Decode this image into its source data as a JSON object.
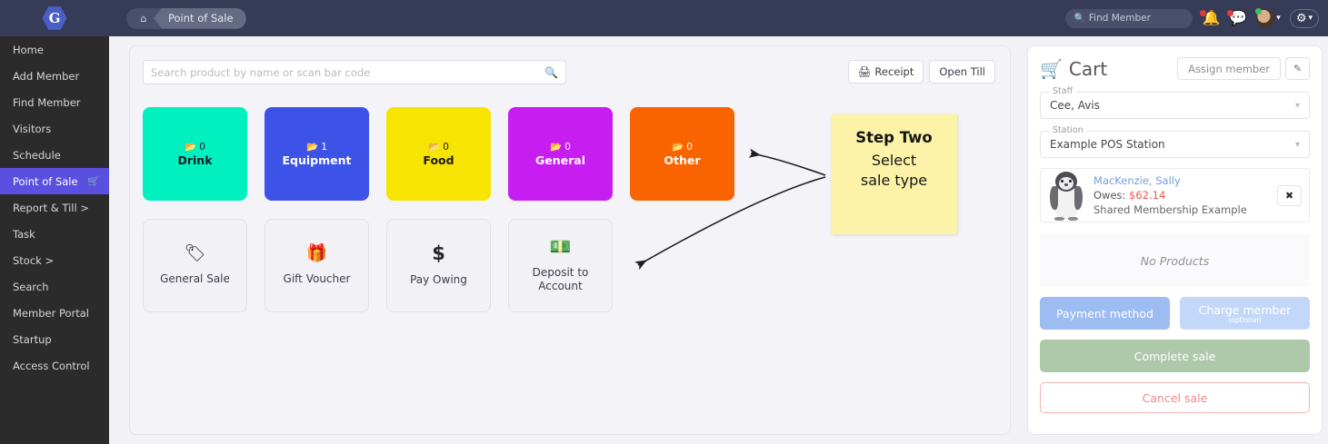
{
  "topbar": {
    "logo_letter": "G",
    "breadcrumb": {
      "home_icon": "home-icon",
      "current": "Point of Sale"
    },
    "find_member_placeholder": "Find Member",
    "icons": [
      "bell-icon",
      "chat-icon",
      "avatar",
      "gear-icon"
    ]
  },
  "sidebar": {
    "items": [
      {
        "label": "Home",
        "active": false
      },
      {
        "label": "Add Member",
        "active": false
      },
      {
        "label": "Find Member",
        "active": false
      },
      {
        "label": "Visitors",
        "active": false
      },
      {
        "label": "Schedule",
        "active": false
      },
      {
        "label": "Point of Sale",
        "active": true,
        "icon": "cart-icon"
      },
      {
        "label": "Report & Till >",
        "active": false
      },
      {
        "label": "Task",
        "active": false
      },
      {
        "label": "Stock >",
        "active": false
      },
      {
        "label": "Search",
        "active": false
      },
      {
        "label": "Member Portal",
        "active": false
      },
      {
        "label": "Startup",
        "active": false
      },
      {
        "label": "Access Control",
        "active": false
      }
    ]
  },
  "main": {
    "search_placeholder": "Search product by name or scan bar code",
    "receipt_label": "Receipt",
    "open_till_label": "Open Till",
    "categories": [
      {
        "label": "Drink",
        "count": "0",
        "color": "#00f0c0",
        "text": "#1c1c24"
      },
      {
        "label": "Equipment",
        "count": "1",
        "color": "#3d53e8",
        "text": "#ffffff"
      },
      {
        "label": "Food",
        "count": "0",
        "color": "#f7e401",
        "text": "#1c1c24"
      },
      {
        "label": "General",
        "count": "0",
        "color": "#c81df0",
        "text": "#ffffff"
      },
      {
        "label": "Other",
        "count": "0",
        "color": "#f96400",
        "text": "#ffffff"
      }
    ],
    "sale_types": [
      {
        "label": "General Sale",
        "icon": "tag-icon",
        "glyph": "🏷"
      },
      {
        "label": "Gift Voucher",
        "icon": "gift-icon",
        "glyph": "🎁"
      },
      {
        "label": "Pay Owing",
        "icon": "dollar-icon",
        "glyph": "$"
      },
      {
        "label": "Deposit to Account",
        "icon": "banknote-icon",
        "glyph": "💵"
      }
    ]
  },
  "callout": {
    "title": "Step Two",
    "line1": "Select",
    "line2": "sale type",
    "bg_color": "#fcf3a8"
  },
  "cart": {
    "title": "Cart",
    "cart_icon": "cart-icon",
    "assign_member_label": "Assign member",
    "edit_icon": "pencil-icon",
    "staff": {
      "label": "Staff",
      "value": "Cee, Avis"
    },
    "station": {
      "label": "Station",
      "value": "Example POS Station"
    },
    "member": {
      "avatar": "penguin-avatar",
      "name": "MacKenzie, Sally",
      "owes_label": "Owes:",
      "owes_amount": "$62.14",
      "owes_color": "#f0554e",
      "membership": "Shared Membership Example",
      "remove_icon": "✖"
    },
    "empty_text": "No Products",
    "payment_method_label": "Payment method",
    "charge_member_label": "Charge member",
    "charge_member_sub": "(optional)",
    "complete_sale_label": "Complete sale",
    "cancel_sale_label": "Cancel sale"
  }
}
